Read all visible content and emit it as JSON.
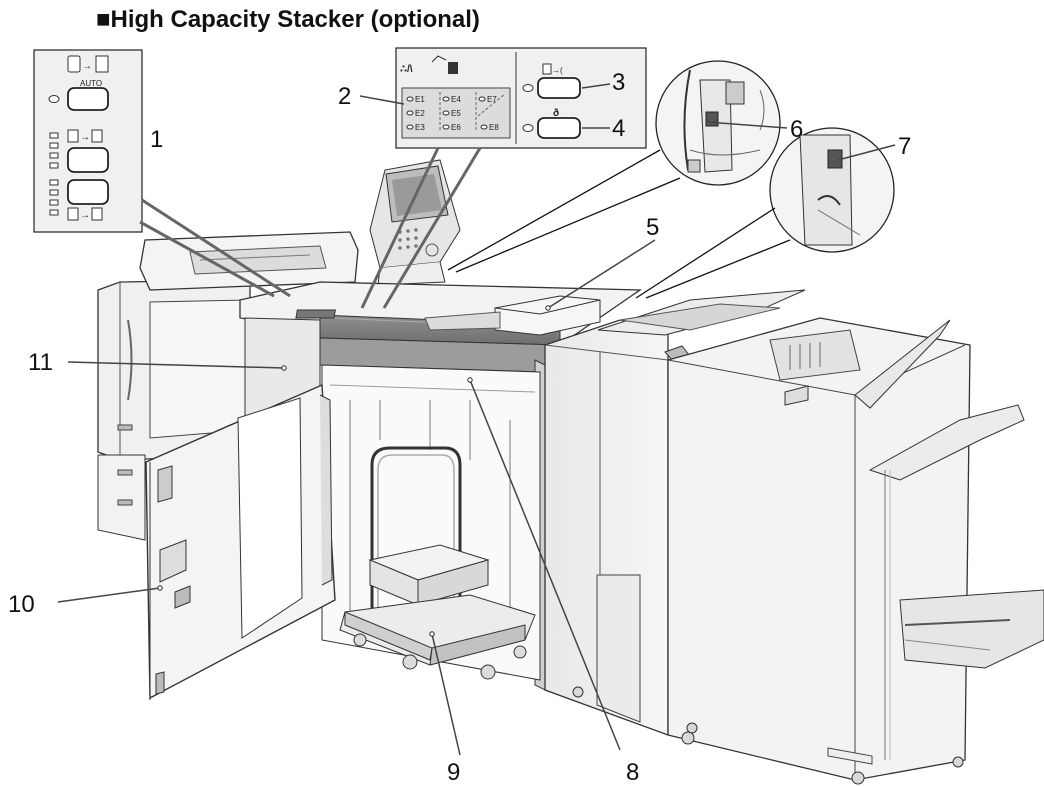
{
  "heading": "■High Capacity Stacker (optional)",
  "callouts": [
    "1",
    "2",
    "3",
    "4",
    "5",
    "6",
    "7",
    "8",
    "9",
    "10",
    "11"
  ],
  "panel1": {
    "auto_label": "AUTO"
  },
  "panel2": {
    "error_codes": [
      "E1",
      "E2",
      "E3",
      "E4",
      "E5",
      "E6",
      "E7",
      "E8"
    ]
  }
}
